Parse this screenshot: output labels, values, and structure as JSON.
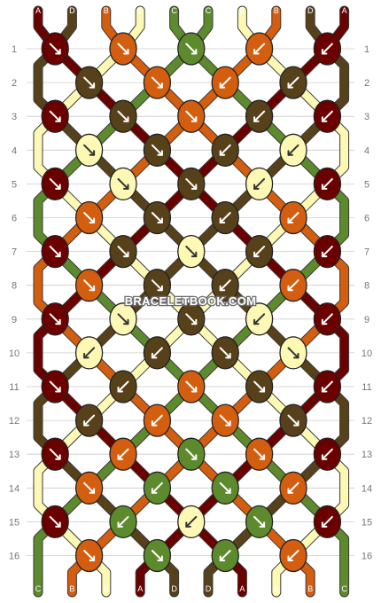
{
  "watermark": "BRACELETBOOK.COM",
  "colors": {
    "A": "#6b0000",
    "B": "#d35e0f",
    "C": "#5e8a2e",
    "D": "#57411a",
    "E": "#fdf9b5",
    "grid": "#cccccc",
    "label": "#777777"
  },
  "strands": [
    "A",
    "D",
    "B",
    "E",
    "C",
    "C",
    "E",
    "B",
    "D",
    "A"
  ],
  "row_numbers": [
    1,
    2,
    3,
    4,
    5,
    6,
    7,
    8,
    9,
    10,
    11,
    12,
    13,
    14,
    15,
    16
  ],
  "knot_rows": [
    [
      "A:SE",
      "B:SE",
      "C:SE",
      "B:SW",
      "A:SW"
    ],
    [
      "D:SE",
      "B:SE",
      "B:SW",
      "D:SW"
    ],
    [
      "A:SE",
      "D:SE",
      "B:SE",
      "D:SW",
      "A:SW"
    ],
    [
      "E:SE",
      "D:SE",
      "D:SW",
      "E:SW"
    ],
    [
      "A:SE",
      "E:SE",
      "D:SE",
      "E:SW",
      "A:SW"
    ],
    [
      "B:SE",
      "D:SE",
      "D:SW",
      "B:SW"
    ],
    [
      "A:SE",
      "D:SE",
      "E:SE",
      "D:SW",
      "A:SW"
    ],
    [
      "B:SE",
      "D:SE",
      "D:SW",
      "B:SW"
    ],
    [
      "A:SE",
      "E:SE",
      "D:SE",
      "E:SW",
      "A:SW"
    ],
    [
      "E:SW",
      "D:SW",
      "D:SE",
      "E:SE"
    ],
    [
      "A:SE",
      "D:SW",
      "B:SE",
      "D:SE",
      "A:SW"
    ],
    [
      "D:SW",
      "B:SW",
      "B:SE",
      "D:SE"
    ],
    [
      "A:SE",
      "B:SW",
      "C:SE",
      "B:SE",
      "A:SW"
    ],
    [
      "B:SE",
      "C:SW",
      "C:SE",
      "B:SW"
    ],
    [
      "A:SE",
      "C:SW",
      "E:SW",
      "C:SE",
      "A:SW"
    ],
    [
      "B:SE",
      "C:SE",
      "C:SW",
      "B:SW"
    ]
  ]
}
